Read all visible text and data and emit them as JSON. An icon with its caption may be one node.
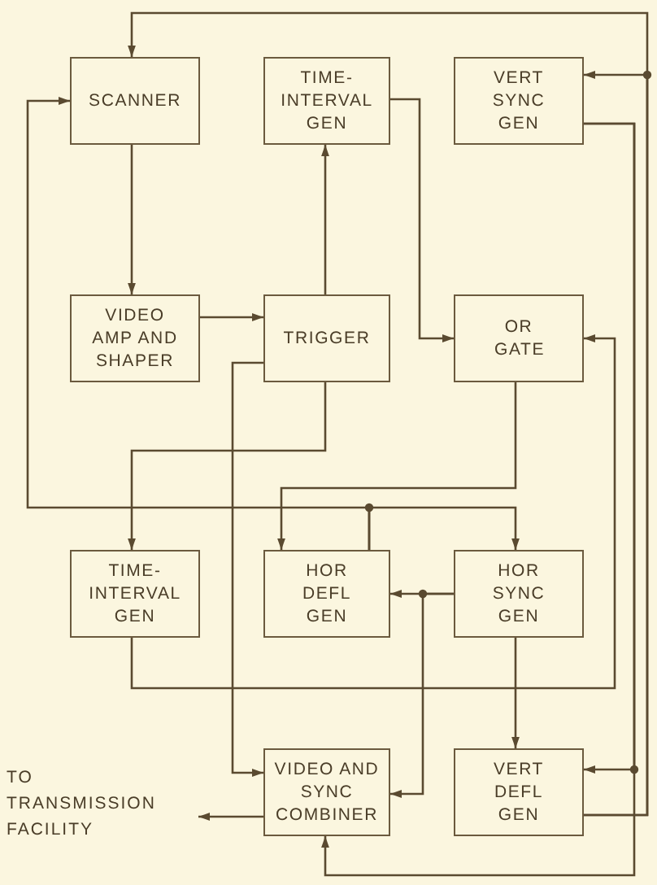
{
  "diagram": {
    "nodes": [
      {
        "text": [
          "SCANNER"
        ]
      },
      {
        "text": [
          "TIME- INTERVAL GEN"
        ]
      },
      {
        "text": [
          "VERT SYNC GEN"
        ]
      },
      {
        "text": [
          "VIDEO AMP AND SHAPER"
        ]
      },
      {
        "text": [
          "TRIGGER"
        ]
      },
      {
        "text": [
          "OR GATE"
        ]
      },
      {
        "text": [
          "TIME- INTERVAL GEN"
        ]
      },
      {
        "text": [
          "HOR DEFL GEN"
        ]
      },
      {
        "text": [
          "HOR SYNC GEN"
        ]
      },
      {
        "text": [
          "VIDEO AND SYNC COMBINER"
        ]
      },
      {
        "text": [
          "VERT DEFL GEN"
        ]
      },
      {
        "text": [
          "TO TRANSMISSION FACILITY"
        ]
      }
    ],
    "edges": [
      {
        "from": 0,
        "to": 3,
        "arrow": "to"
      },
      {
        "from": 3,
        "to": 4,
        "arrow": "to"
      },
      {
        "from": 4,
        "to": 1,
        "arrow": "to"
      },
      {
        "from": 1,
        "to": 5,
        "arrow": "to"
      },
      {
        "from": 10,
        "to": 0,
        "arrow": "to"
      },
      {
        "from": 10,
        "to": 2,
        "arrow": "to"
      },
      {
        "from": 2,
        "to": 10,
        "arrow": "to"
      },
      {
        "from": 2,
        "to": 9,
        "arrow": "to"
      },
      {
        "from": 6,
        "to": 5,
        "arrow": "to"
      },
      {
        "from": 5,
        "to": 7,
        "arrow": "to"
      },
      {
        "from": 7,
        "to": 0,
        "arrow": "to"
      },
      {
        "from": 7,
        "to": 8,
        "arrow": "to"
      },
      {
        "from": 4,
        "to": 6,
        "arrow": "to"
      },
      {
        "from": 4,
        "to": 9,
        "arrow": "to"
      },
      {
        "from": 8,
        "to": 7,
        "arrow": "to"
      },
      {
        "from": 8,
        "to": 9,
        "arrow": "to"
      },
      {
        "from": 8,
        "to": 10,
        "arrow": "to"
      },
      {
        "from": 9,
        "to": 11,
        "arrow": "to"
      }
    ]
  }
}
